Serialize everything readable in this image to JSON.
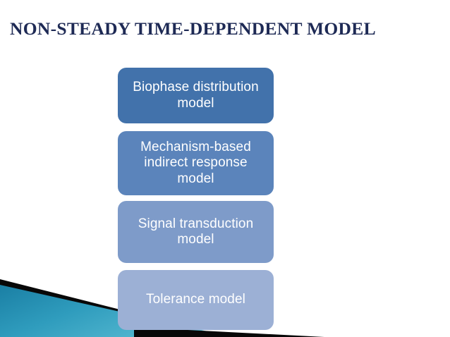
{
  "slide": {
    "title": "NON-STEADY TIME-DEPENDENT MODEL",
    "title_color": "#1e2a55",
    "background_color": "#ffffff"
  },
  "boxes": [
    {
      "label": "Biophase distribution model",
      "color": "#4272ab",
      "text_color": "#ffffff"
    },
    {
      "label": "Mechanism-based indirect response model",
      "color": "#5b84bb",
      "text_color": "#ffffff"
    },
    {
      "label": "Signal transduction model",
      "color": "#7e9bc9",
      "text_color": "#ffffff"
    },
    {
      "label": "Tolerance model",
      "color": "#9cb0d5",
      "text_color": "#ffffff"
    }
  ],
  "decoration": {
    "name": "teal-swoosh-graphic",
    "teal_dark": "#1a7fa4",
    "teal_light": "#56b6cf",
    "accent_black": "#080808"
  }
}
